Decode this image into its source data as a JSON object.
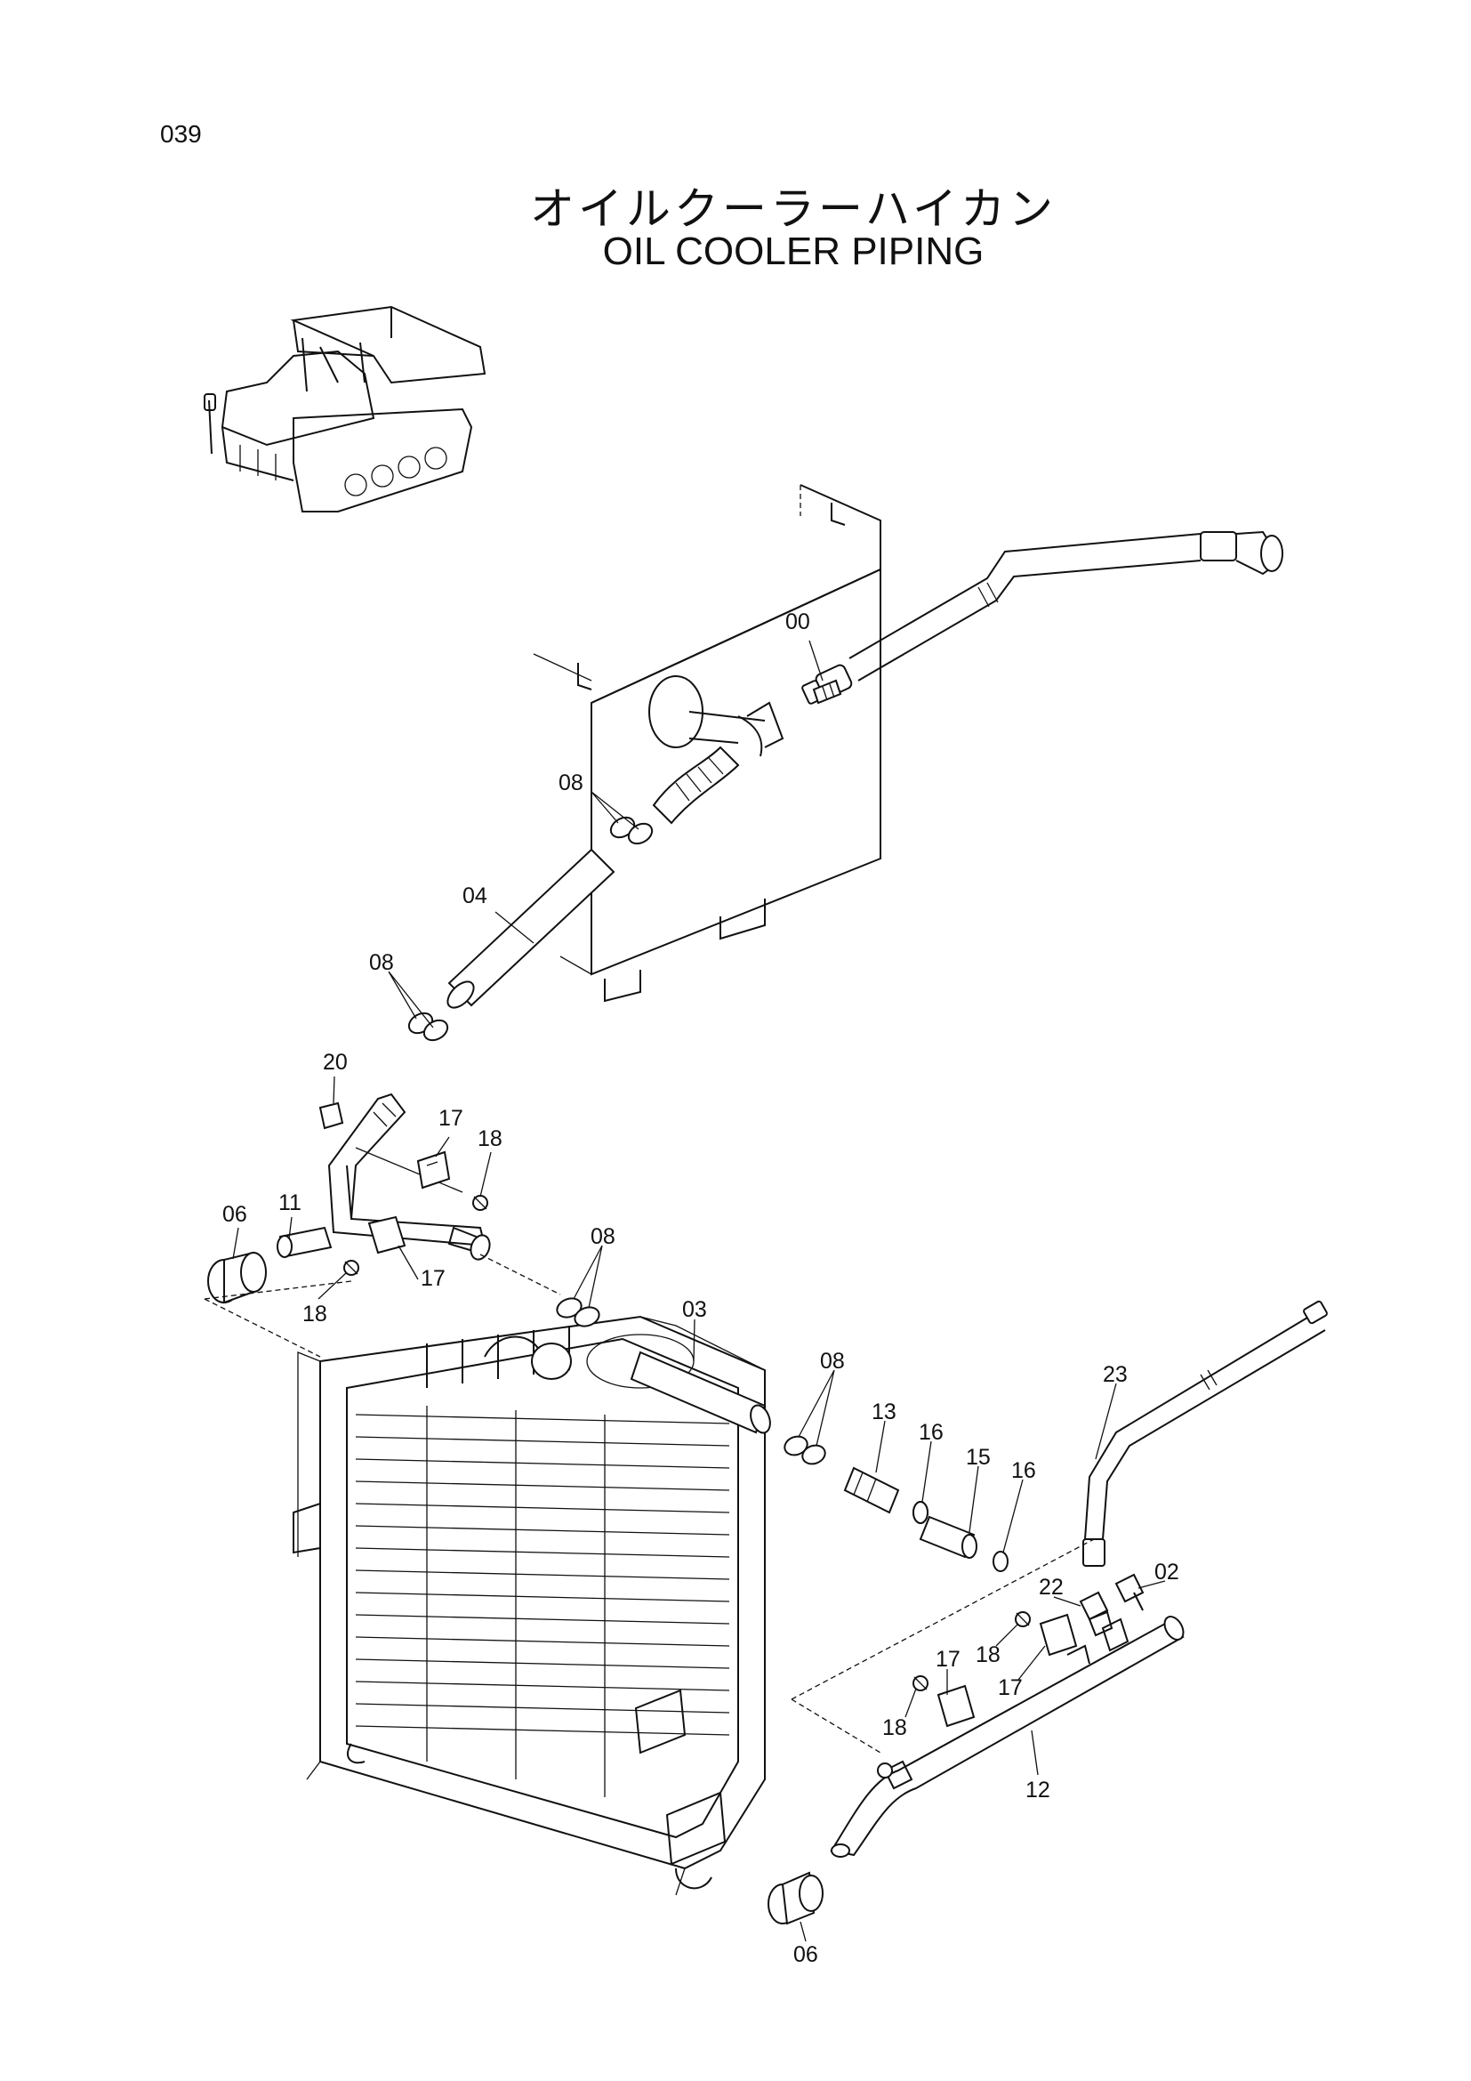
{
  "page_number": "039",
  "title_jp": "オイルクーラーハイカン",
  "title_en": "OIL COOLER PIPING",
  "callouts": {
    "c00": "00",
    "c08a": "08",
    "c04": "04",
    "c08b": "08",
    "c20": "20",
    "c17a": "17",
    "c18a": "18",
    "c06a": "06",
    "c11": "11",
    "c18b": "18",
    "c17b": "17",
    "c08c": "08",
    "c03": "03",
    "c08d": "08",
    "c13": "13",
    "c16a": "16",
    "c15": "15",
    "c16b": "16",
    "c23": "23",
    "c22": "22",
    "c02": "02",
    "c18c": "18",
    "c17c": "17",
    "c17d": "17",
    "c18d": "18",
    "c12": "12",
    "c06b": "06"
  }
}
